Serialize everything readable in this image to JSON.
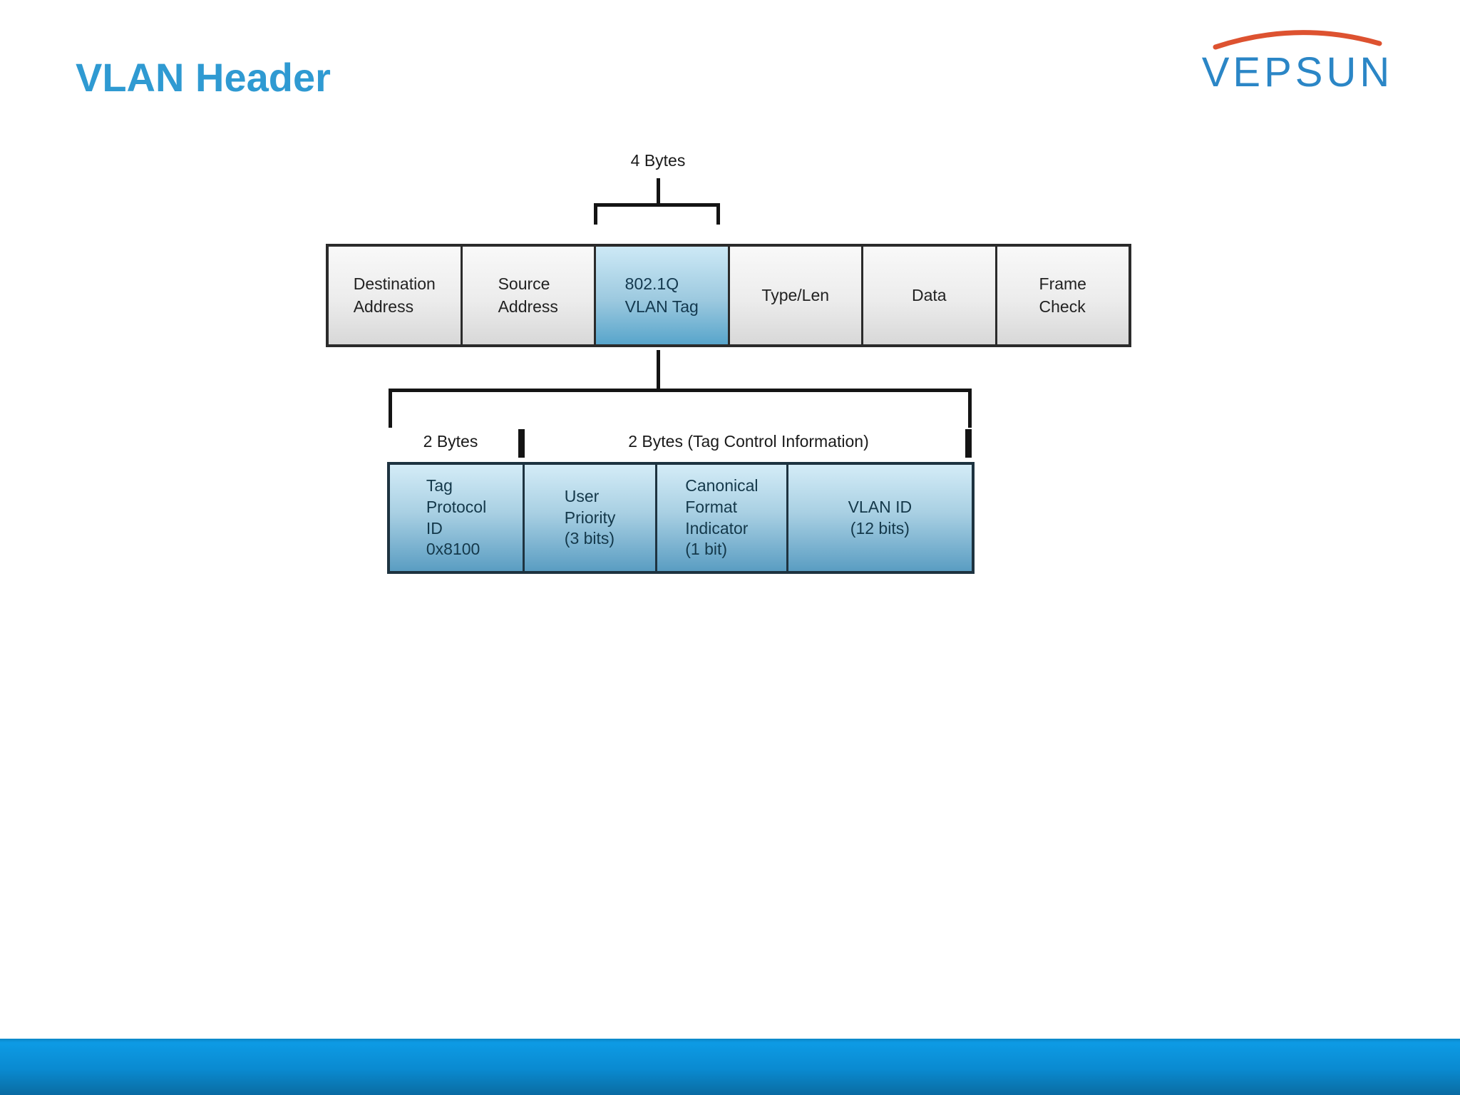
{
  "page": {
    "title": "VLAN Header"
  },
  "logo": {
    "text": "VEPSUN",
    "arc_color": "#DD5230",
    "text_color": "#2B86C6"
  },
  "diagram": {
    "four_bytes_label": "4 Bytes",
    "frame_row": {
      "fields": [
        {
          "label": "Destination\nAddress"
        },
        {
          "label": "Source\nAddress"
        },
        {
          "label": "802.1Q\nVLAN Tag",
          "highlight": true
        },
        {
          "label": "Type/Len"
        },
        {
          "label": "Data"
        },
        {
          "label": "Frame\nCheck"
        }
      ]
    },
    "tag_section": {
      "left_label": "2 Bytes",
      "right_label": "2 Bytes (Tag Control Information)",
      "fields": [
        {
          "label": "Tag\nProtocol\nID\n0x8100"
        },
        {
          "label": "User\nPriority\n(3 bits)"
        },
        {
          "label": "Canonical\nFormat\nIndicator\n(1 bit)"
        },
        {
          "label": "VLAN ID\n(12 bits)"
        }
      ]
    }
  },
  "colors": {
    "title": "#2F9AD2",
    "highlight_box_top": "#CDE9F6",
    "highlight_box_bottom": "#58A5CB",
    "tag_box_top": "#D4ECF7",
    "tag_box_bottom": "#5A9DC2",
    "footer_top": "#0D9BE5",
    "footer_bottom": "#0A6AA3"
  }
}
